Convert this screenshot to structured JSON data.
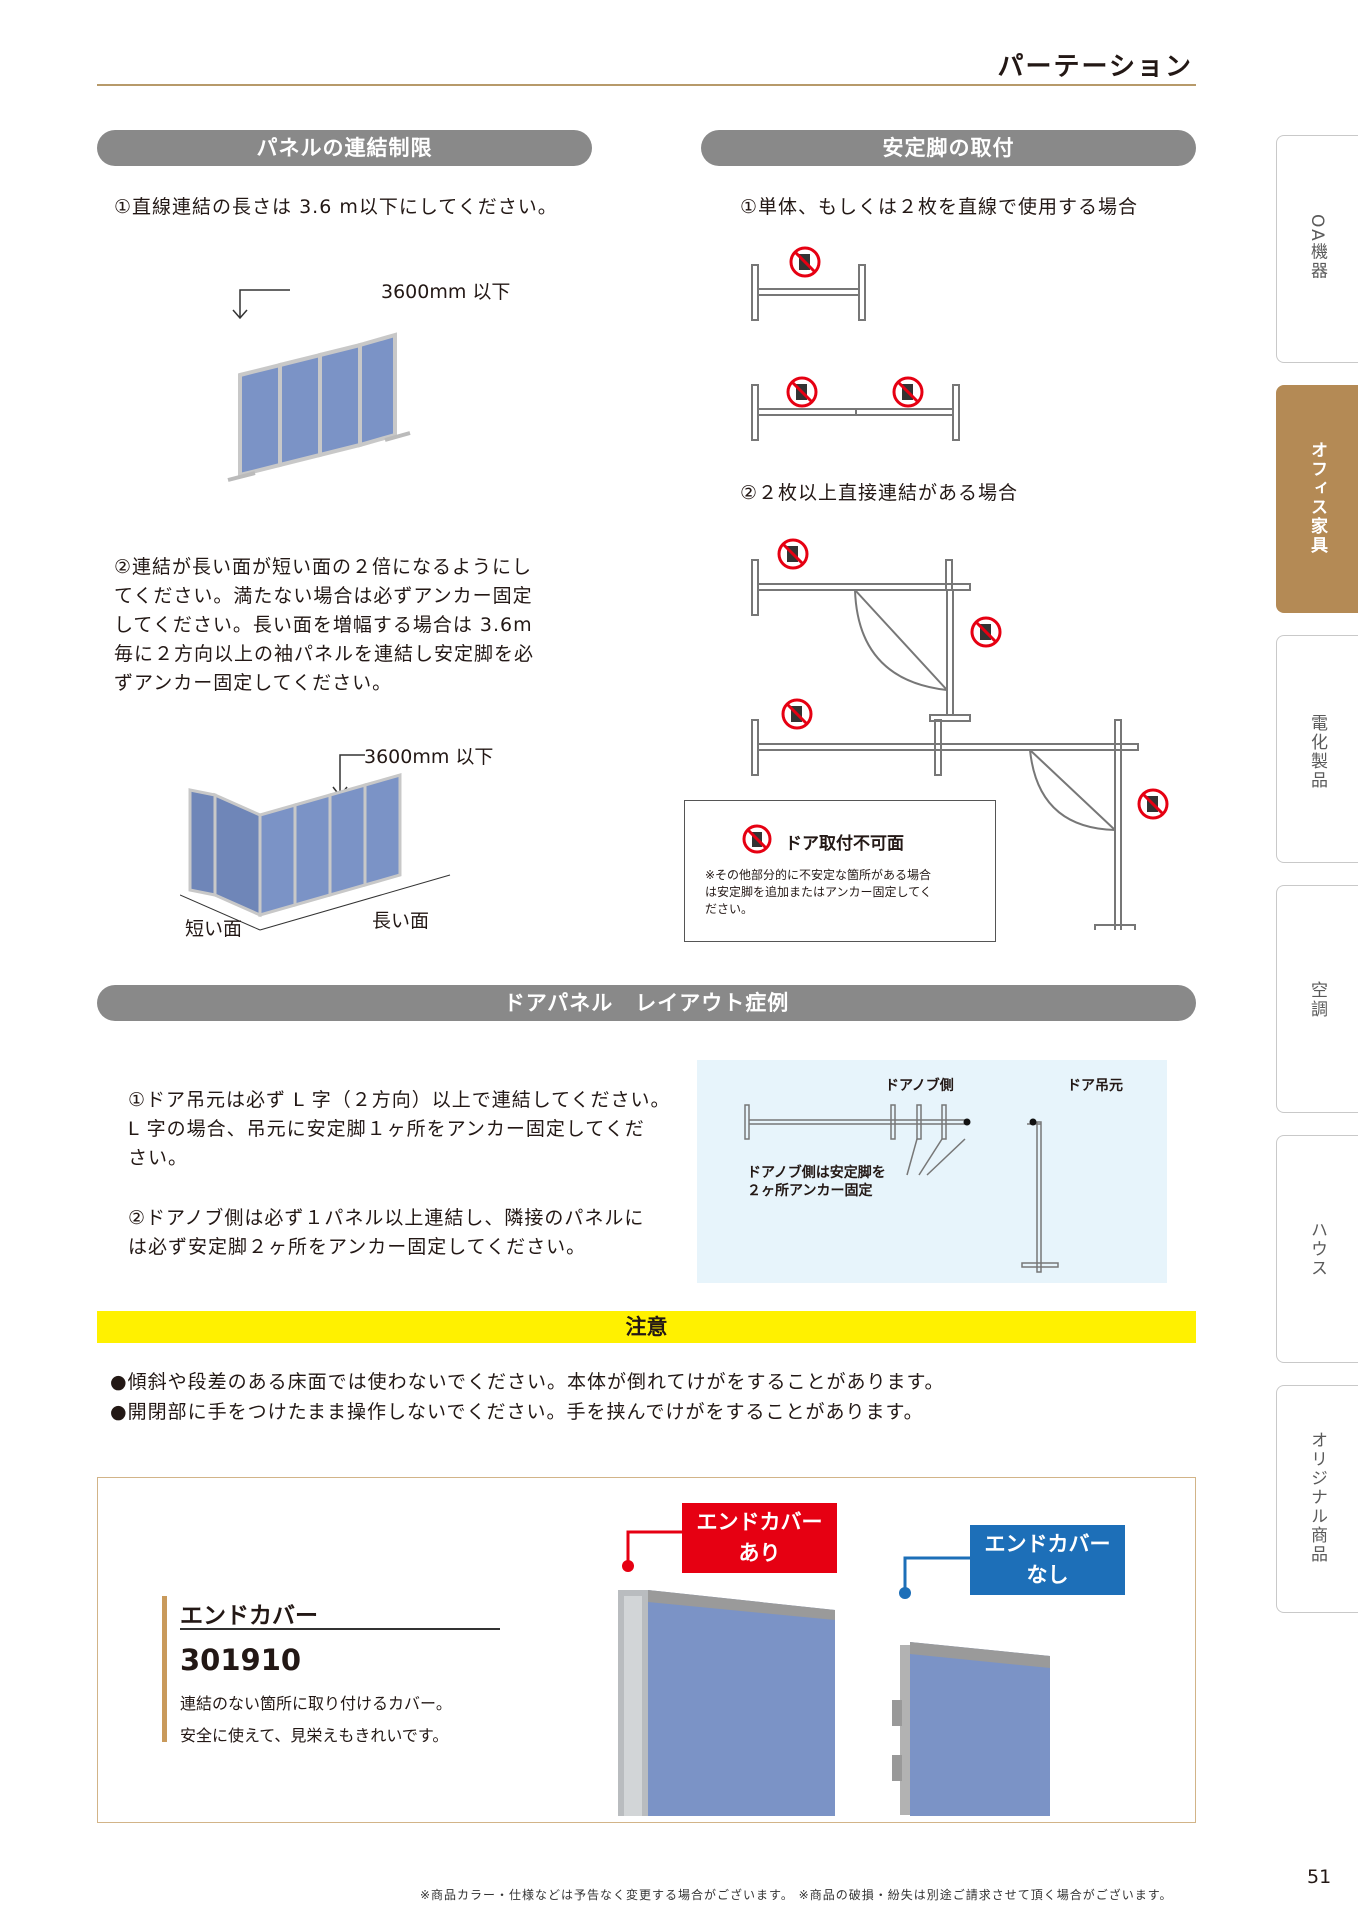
{
  "header": {
    "title": "パーテーション"
  },
  "tabs": [
    {
      "label": "OA機器",
      "active": false
    },
    {
      "label": "オフィス家具",
      "active": true
    },
    {
      "label": "電化製品",
      "active": false
    },
    {
      "label": "空調",
      "active": false
    },
    {
      "label": "ハウス",
      "active": false
    },
    {
      "label": "オリジナル商品",
      "active": false
    }
  ],
  "panel_limit": {
    "heading": "パネルの連結制限",
    "rule1": "①直線連結の長さは 3.6 m以下にしてください。",
    "dim1": "3600mm 以下",
    "rule2_lines": [
      "②連結が長い面が短い面の２倍になるようにし",
      "てください。満たない場合は必ずアンカー固定",
      "してください。長い面を増幅する場合は 3.6m",
      "毎に２方向以上の袖パネルを連結し安定脚を必",
      "ずアンカー固定してください。"
    ],
    "dim2": "3600mm 以下",
    "short_side": "短い面",
    "long_side": "長い面"
  },
  "stabilizer": {
    "heading": "安定脚の取付",
    "case1": "①単体、もしくは２枚を直線で使用する場合",
    "case2": "②２枚以上直接連結がある場合",
    "legend_title": "ドア取付不可面",
    "legend_note_lines": [
      "※その他部分的に不安定な箇所がある場合",
      "は安定脚を追加またはアンカー固定してく",
      "ださい。"
    ]
  },
  "door_layout": {
    "heading": "ドアパネル　レイアウト症例",
    "rule1_lines": [
      "①ドア吊元は必ず L 字（２方向）以上で連結してください。",
      "L 字の場合、吊元に安定脚１ヶ所をアンカー固定してくだ",
      "さい。"
    ],
    "rule2_lines": [
      "②ドアノブ側は必ず１パネル以上連結し、隣接のパネルに",
      "は必ず安定脚２ヶ所をアンカー固定してください。"
    ],
    "knob_side": "ドアノブ側",
    "hinge_side": "ドア吊元",
    "knob_note_lines": [
      "ドアノブ側は安定脚を",
      "２ヶ所アンカー固定"
    ]
  },
  "notice": {
    "heading": "注意",
    "items": [
      "●傾斜や段差のある床面では使わないでください。本体が倒れてけがをすることがあります。",
      "●開閉部に手をつけたまま操作しないでください。手を挟んでけがをすることがあります。"
    ]
  },
  "product": {
    "name": "エンドカバー",
    "code": "301910",
    "desc1": "連結のない箇所に取り付けるカバー。",
    "desc2": "安全に使えて、見栄えもきれいです。",
    "with_label_lines": [
      "エンドカバー",
      "あり"
    ],
    "without_label_lines": [
      "エンドカバー",
      "なし"
    ]
  },
  "footer": {
    "note": "※商品カラー・仕様などは予告なく変更する場合がございます。 ※商品の破損・紛失は別途ご請求させて頂く場合がございます。",
    "page": "51"
  },
  "colors": {
    "accent_gold": "#b48a55",
    "pill_gray": "#898989",
    "notice_yellow": "#fff100",
    "label_red": "#e60012",
    "label_blue": "#1d6fb8",
    "panel_blue": "#7b93c6"
  },
  "icons": [
    "no-door-icon",
    "arrow-down-icon"
  ]
}
